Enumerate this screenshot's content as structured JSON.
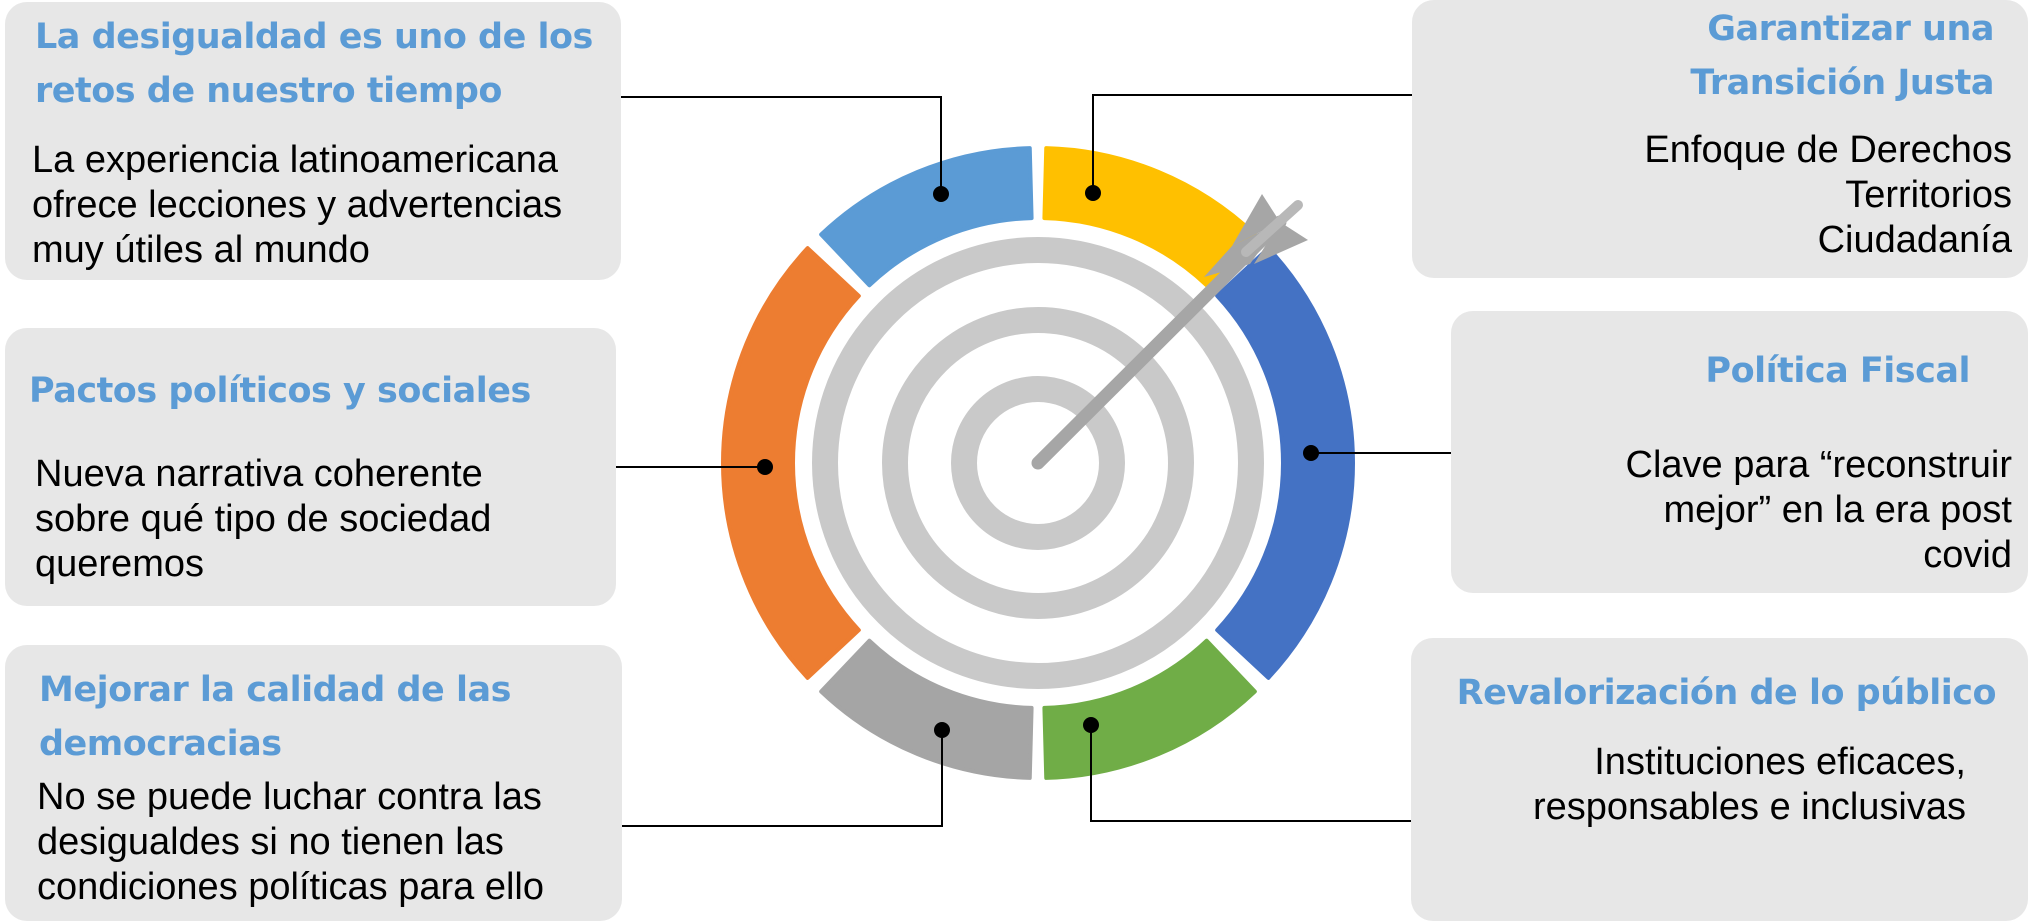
{
  "boxes": [
    {
      "id": "desigualdad",
      "side": "left",
      "title": "La desigualdad es uno de los\nretos de nuestro tiempo",
      "body": "La experiencia latinoamericana\nofrece lecciones y advertencias\nmuy útiles al mundo"
    },
    {
      "id": "pactos",
      "side": "left",
      "title": "Pactos políticos y sociales",
      "body": "Nueva narrativa coherente\nsobre qué tipo de sociedad\nqueremos"
    },
    {
      "id": "democracias",
      "side": "left",
      "title": "Mejorar la calidad de las\ndemocracias",
      "body": "No se puede luchar contra las\ndesigualdes si no tienen las\ncondiciones políticas para ello"
    },
    {
      "id": "transicion",
      "side": "right",
      "title": "Garantizar una\nTransición Justa",
      "body": "Enfoque de Derechos\nTerritorios\nCiudadanía"
    },
    {
      "id": "fiscal",
      "side": "right",
      "title": "Política Fiscal",
      "body": "Clave para “reconstruir\nmejor” en la era post\ncovid"
    },
    {
      "id": "publico",
      "side": "right",
      "title": "Revalorización de lo público",
      "body": "Instituciones eficaces,\nresponsables e inclusivas"
    }
  ],
  "ring_colors": {
    "blue_light": "#5b9bd5",
    "yellow": "#ffc000",
    "blue_dark": "#4472c4",
    "green": "#70ad47",
    "gray": "#a5a5a5",
    "orange": "#ed7d31",
    "target": "#c9c9c9",
    "arrow": "#a6a6a6"
  },
  "icons": {
    "center": "target-with-arrow-icon"
  }
}
